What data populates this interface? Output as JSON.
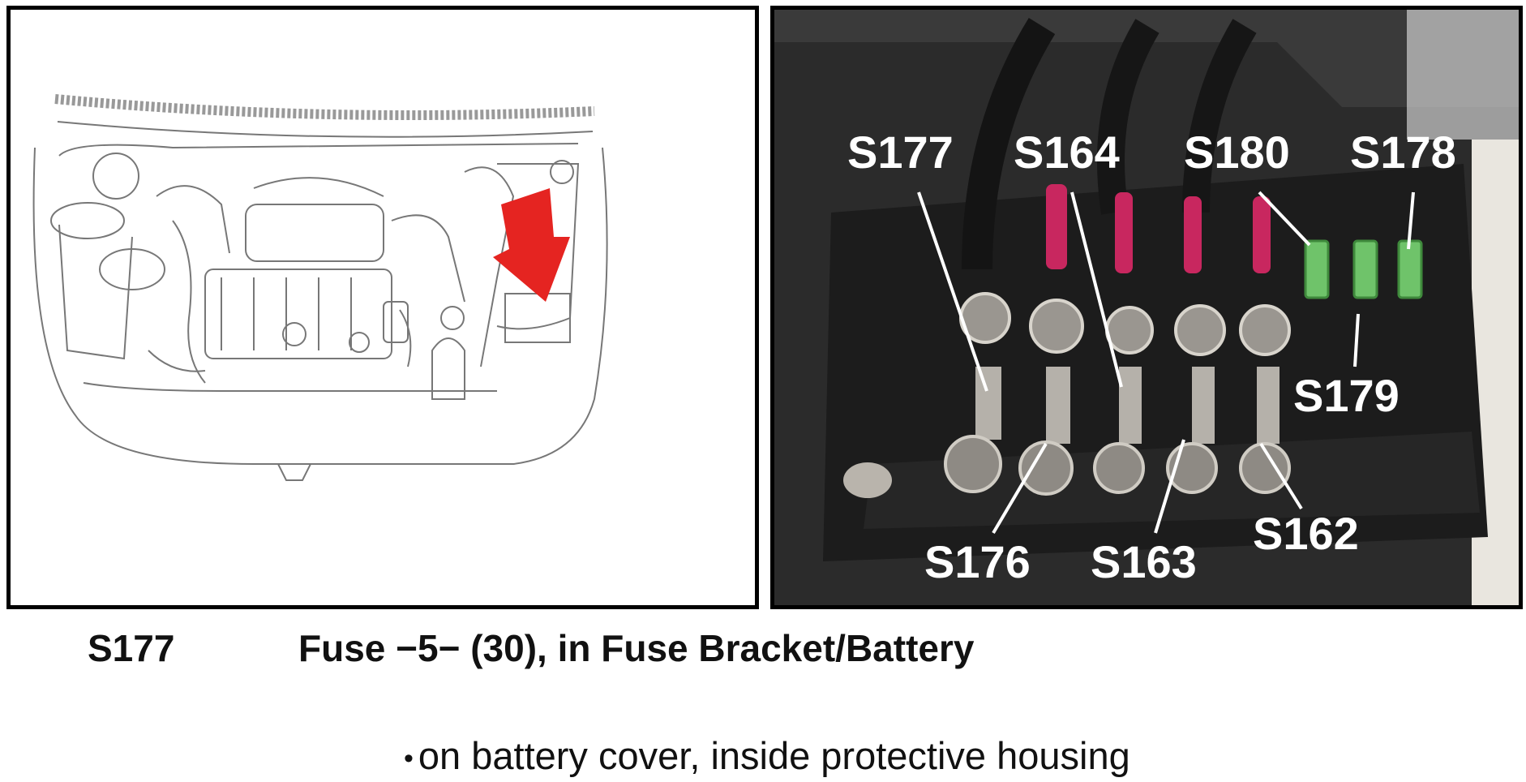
{
  "caption": {
    "code": "S177",
    "description": "Fuse −5− (30), in Fuse Bracket/Battery"
  },
  "note": {
    "bullet": "•",
    "text": "on battery cover, inside protective housing"
  },
  "photo_labels": {
    "S177": "S177",
    "S164": "S164",
    "S180": "S180",
    "S178": "S178",
    "S179": "S179",
    "S176": "S176",
    "S163": "S163",
    "S162": "S162"
  },
  "colors": {
    "arrow": "#e52421",
    "fuse_wire": "#c8275f",
    "small_fuse": "#6fc36a"
  }
}
